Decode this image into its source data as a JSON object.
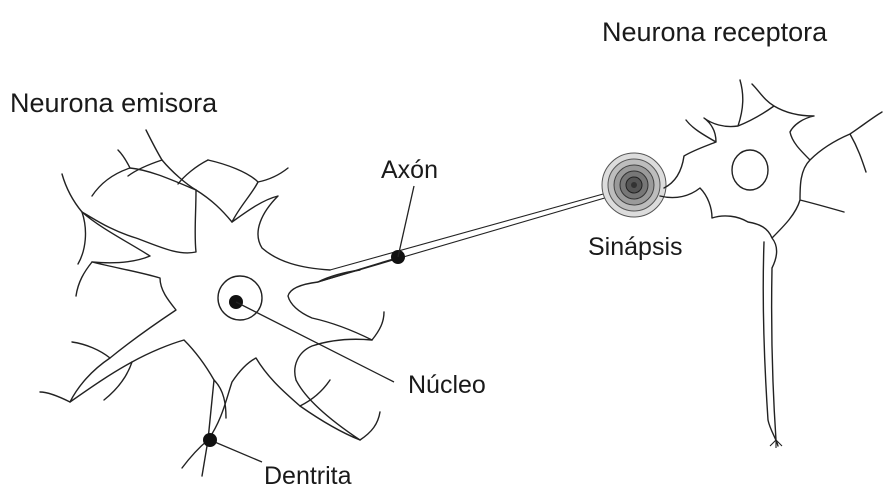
{
  "labels": {
    "receiver": "Neurona receptora",
    "emitter": "Neurona emisora",
    "axon": "Axón",
    "synapse": "Sinápsis",
    "nucleus": "Núcleo",
    "dendrite": "Dentrita"
  },
  "colors": {
    "line": "#222222",
    "dot": "#111111",
    "synapse_rings": [
      "#dcdcdc",
      "#bdbdbd",
      "#9a9a9a",
      "#777777",
      "#555555",
      "#333333"
    ]
  }
}
